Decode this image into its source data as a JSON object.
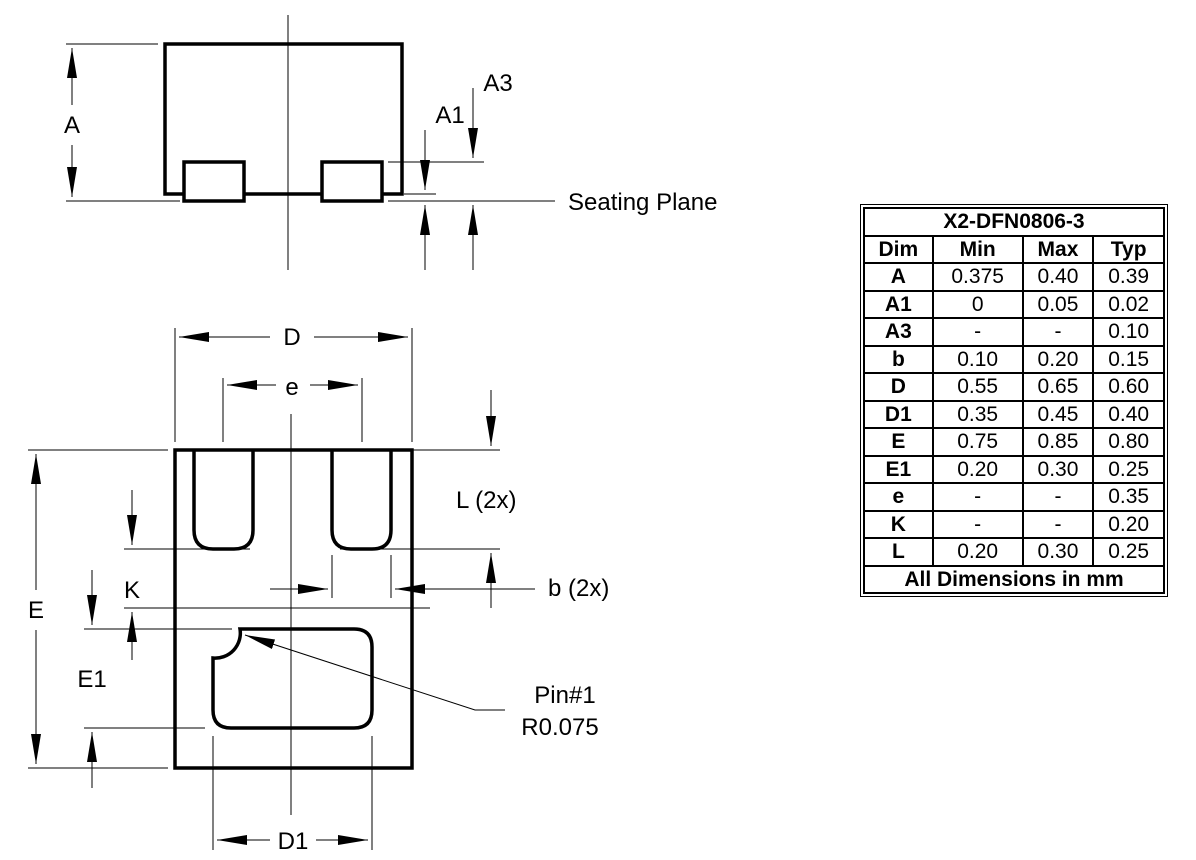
{
  "labels": {
    "A": "A",
    "A1": "A1",
    "A3": "A3",
    "seating_plane": "Seating Plane",
    "D": "D",
    "e": "e",
    "L": "L (2x)",
    "b": "b (2x)",
    "K": "K",
    "E": "E",
    "E1": "E1",
    "pin1_line1": "Pin#1",
    "pin1_line2": "R0.075",
    "D1": "D1"
  },
  "table": {
    "title": "X2-DFN0806-3",
    "headers": [
      "Dim",
      "Min",
      "Max",
      "Typ"
    ],
    "rows": [
      [
        "A",
        "0.375",
        "0.40",
        "0.39"
      ],
      [
        "A1",
        "0",
        "0.05",
        "0.02"
      ],
      [
        "A3",
        "-",
        "-",
        "0.10"
      ],
      [
        "b",
        "0.10",
        "0.20",
        "0.15"
      ],
      [
        "D",
        "0.55",
        "0.65",
        "0.60"
      ],
      [
        "D1",
        "0.35",
        "0.45",
        "0.40"
      ],
      [
        "E",
        "0.75",
        "0.85",
        "0.80"
      ],
      [
        "E1",
        "0.20",
        "0.30",
        "0.25"
      ],
      [
        "e",
        "-",
        "-",
        "0.35"
      ],
      [
        "K",
        "-",
        "-",
        "0.20"
      ],
      [
        "L",
        "0.20",
        "0.30",
        "0.25"
      ]
    ],
    "footer": "All Dimensions in mm"
  }
}
